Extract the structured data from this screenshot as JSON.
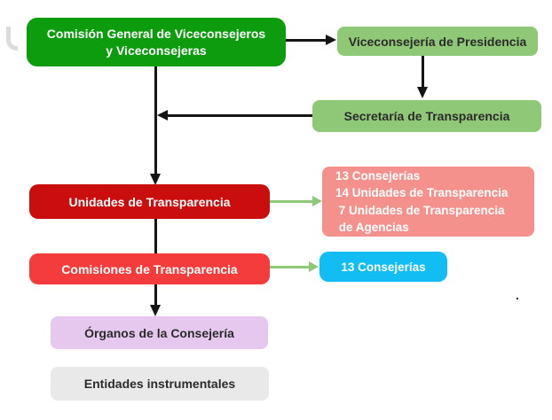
{
  "diagram": {
    "nodes": {
      "comision_general": {
        "lines": [
          "Comisión General de Viceconsejeros",
          "y Viceconsejeras"
        ],
        "bg": "#0d9c0d",
        "text_color": "#ffffff"
      },
      "viceconsejeria_presidencia": {
        "label": "Viceconsejería de Presidencia",
        "bg": "#8fc877",
        "text_color": "#2b2b2b"
      },
      "secretaria_transparencia": {
        "label": "Secretaría de Transparencia",
        "bg": "#8fc877",
        "text_color": "#2b2b2b"
      },
      "unidades_transparencia": {
        "label": "Unidades de Transparencia",
        "bg": "#ca0e0e",
        "text_color": "#ffffff"
      },
      "detalle_unidades": {
        "lines": [
          "13 Consejerías",
          "14 Unidades de Transparencia",
          " 7 Unidades de Transparencia",
          " de Agencias"
        ],
        "bg": "#f5918c",
        "text_color": "#ffffff"
      },
      "comisiones_transparencia": {
        "label": "Comisiones de Transparencia",
        "bg": "#f43c3c",
        "text_color": "#ffffff"
      },
      "consejerias_13": {
        "label": "13 Consejerías",
        "bg": "#12bdf3",
        "text_color": "#ffffff"
      },
      "organos_consejeria": {
        "label": "Órganos de la Consejería",
        "bg": "#e6c8ef",
        "text_color": "#2b2b2b"
      },
      "entidades_instrumentales": {
        "label": "Entidades instrumentales",
        "bg": "#e9e9e9",
        "text_color": "#2b2b2b"
      }
    },
    "connector_colors": {
      "black": "#151515",
      "green": "#8fc877"
    },
    "stray_dot": "."
  }
}
